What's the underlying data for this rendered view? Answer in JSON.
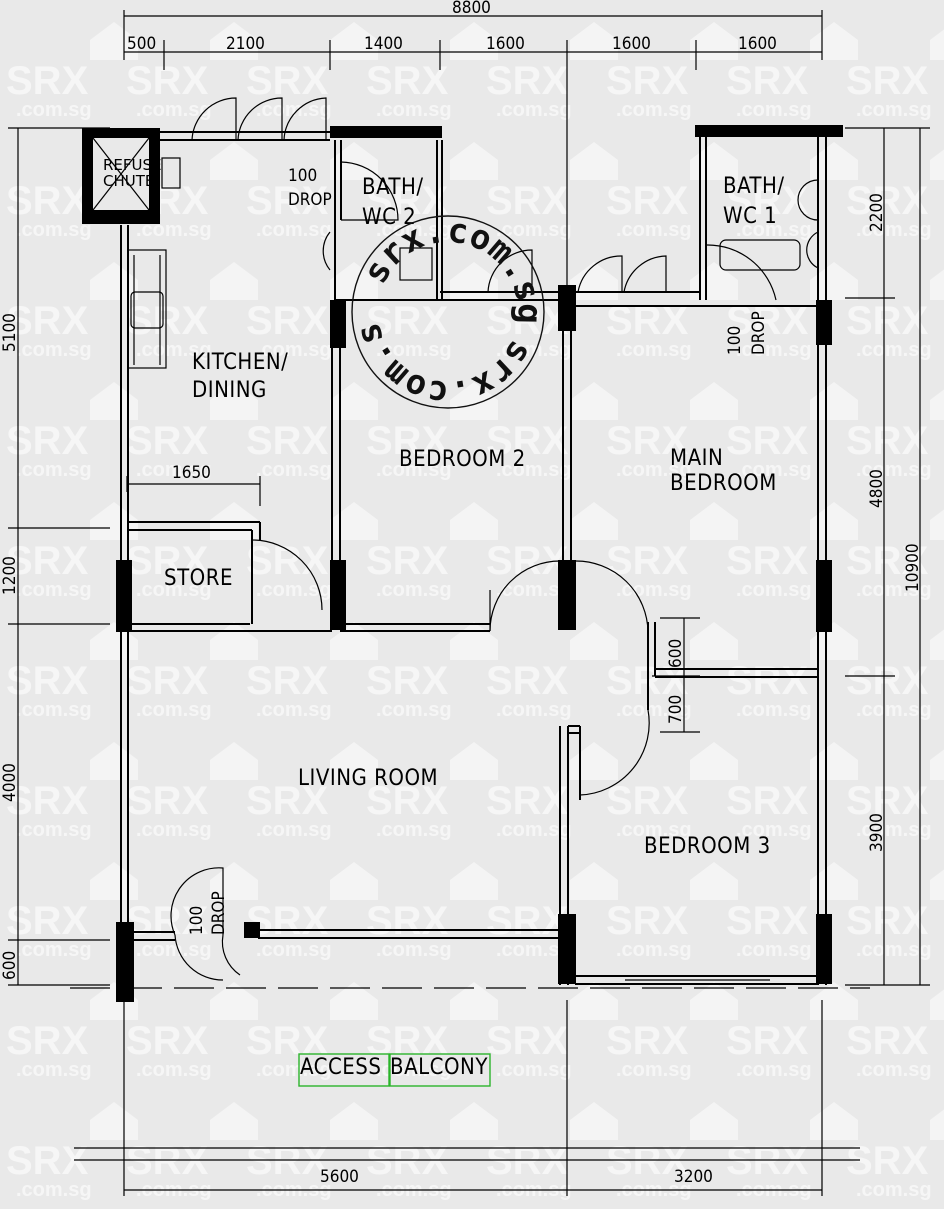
{
  "watermark": {
    "brand": "SRX",
    "domain": ".com.sg",
    "stamp": "srx.com.sg"
  },
  "rooms": {
    "refuse_chute": [
      "REFUSE",
      "CHUTE"
    ],
    "bath_wc_2": [
      "BATH/",
      "WC 2"
    ],
    "bath_wc_1": [
      "BATH/",
      "WC 1"
    ],
    "kitchen_dining": [
      "KITCHEN/",
      "DINING"
    ],
    "bedroom_2": "BEDROOM 2",
    "main_bedroom": [
      "MAIN",
      "BEDROOM"
    ],
    "store": "STORE",
    "living_room": "LIVING ROOM",
    "bedroom_3": "BEDROOM 3",
    "access_balcony": [
      "ACCESS",
      "BALCONY"
    ]
  },
  "drop_labels": {
    "kitchen": [
      "100",
      "DROP"
    ],
    "bath_1": [
      "100",
      "DROP"
    ],
    "living": [
      "100",
      "DROP"
    ]
  },
  "dimensions": {
    "top_overall": "8800",
    "top_segments": [
      "500",
      "2100",
      "1400",
      "1600",
      "1600",
      "1600"
    ],
    "left_segments": [
      "5100",
      "1200",
      "4000",
      "600"
    ],
    "right_segments": [
      "2200",
      "4800",
      "3900"
    ],
    "right_overall": "10900",
    "bottom_segments": [
      "5600",
      "3200"
    ],
    "store_width": "1650",
    "passage": [
      "600",
      "700"
    ]
  }
}
